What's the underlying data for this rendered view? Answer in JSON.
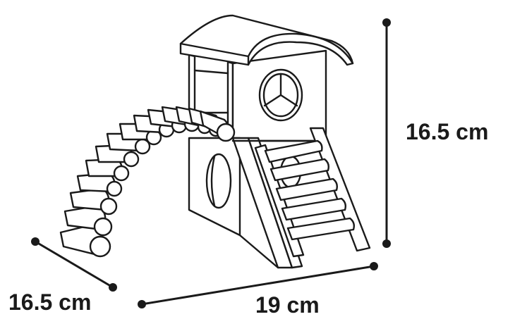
{
  "dimensions": {
    "height": "16.5 cm",
    "depth": "16.5 cm",
    "width": "19 cm"
  },
  "colors": {
    "ink": "#1a1a1a",
    "background": "#ffffff"
  },
  "illustration": {
    "icon": "hamster-playhouse-icon"
  }
}
